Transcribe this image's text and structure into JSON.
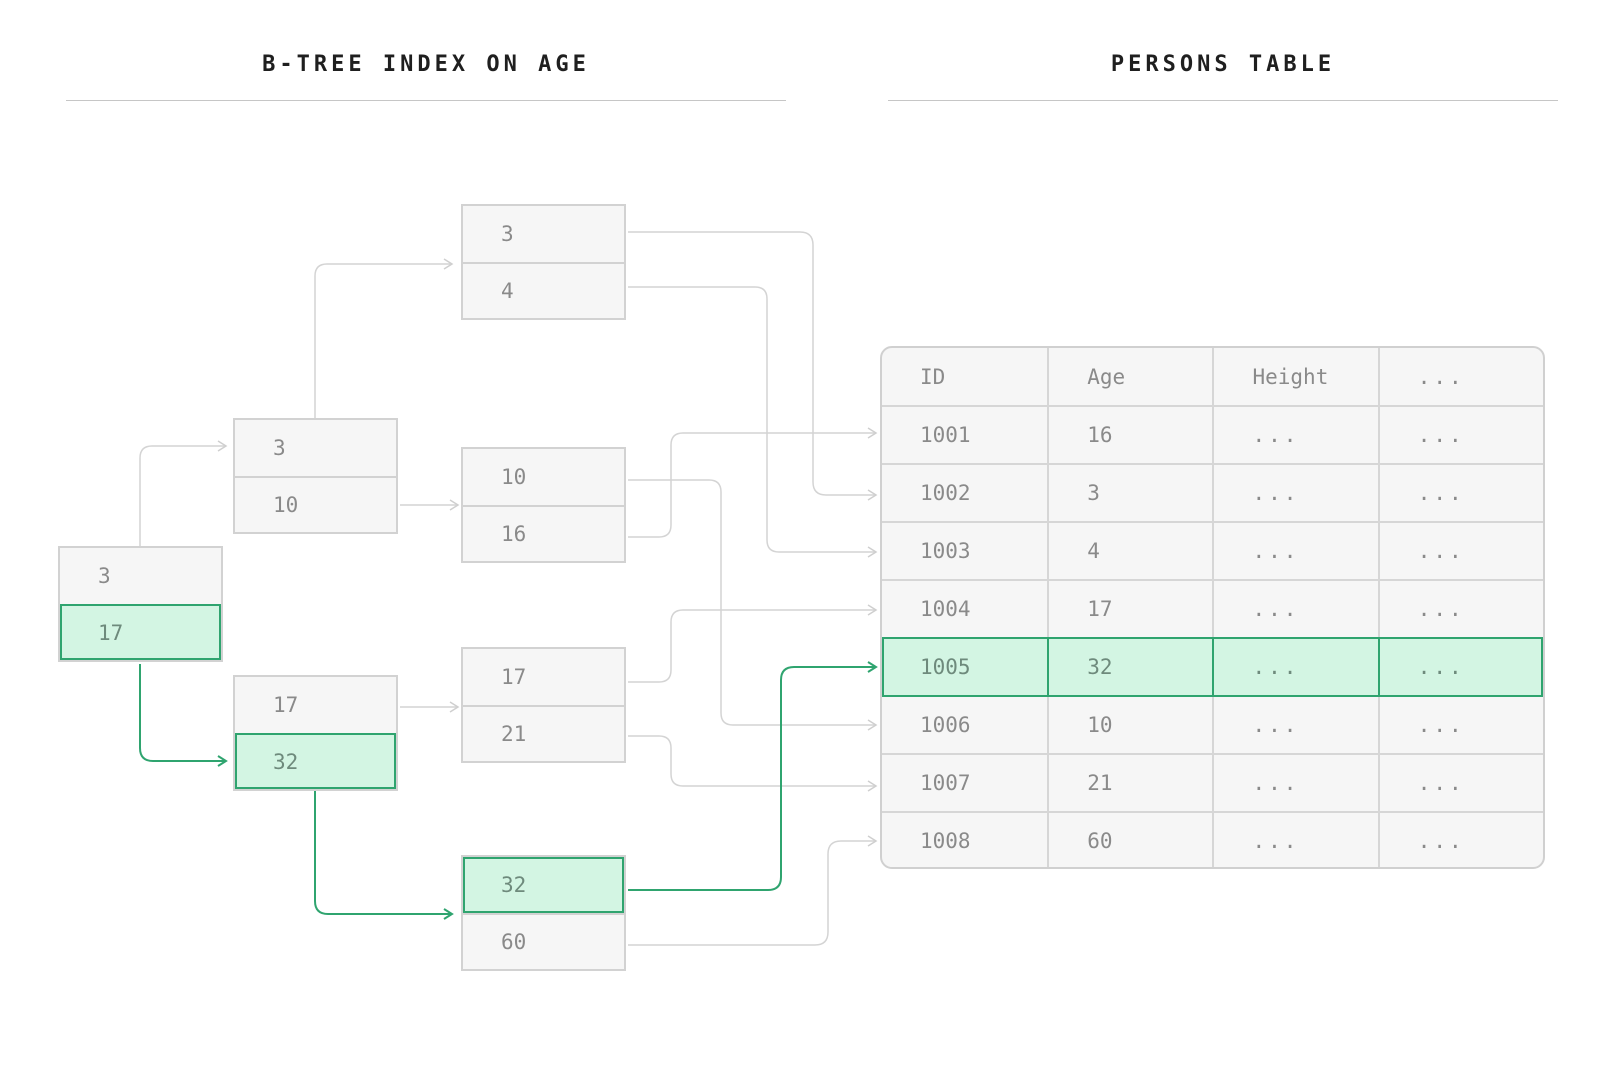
{
  "titles": {
    "index": "B-TREE INDEX ON AGE",
    "table": "PERSONS TABLE"
  },
  "colors": {
    "highlight_fill": "#d3f5e3",
    "highlight_stroke": "#2fa46f",
    "node_fill": "#f6f6f6",
    "node_stroke": "#d2d2d2",
    "link": "#d4d4d4"
  },
  "btree": {
    "root": {
      "keys": [
        "3",
        "17"
      ],
      "highlighted_key": 1
    },
    "level2": [
      {
        "keys": [
          "3",
          "10"
        ],
        "highlighted_key": -1
      },
      {
        "keys": [
          "17",
          "32"
        ],
        "highlighted_key": 1
      }
    ],
    "leaves": [
      {
        "keys": [
          "3",
          "4"
        ],
        "highlighted_key": -1
      },
      {
        "keys": [
          "10",
          "16"
        ],
        "highlighted_key": -1
      },
      {
        "keys": [
          "17",
          "21"
        ],
        "highlighted_key": -1
      },
      {
        "keys": [
          "32",
          "60"
        ],
        "highlighted_key": 0
      }
    ]
  },
  "persons": {
    "columns": [
      "ID",
      "Age",
      "Height",
      "..."
    ],
    "rows": [
      [
        "1001",
        "16",
        "...",
        "..."
      ],
      [
        "1002",
        "3",
        "...",
        "..."
      ],
      [
        "1003",
        "4",
        "...",
        "..."
      ],
      [
        "1004",
        "17",
        "...",
        "..."
      ],
      [
        "1005",
        "32",
        "...",
        "..."
      ],
      [
        "1006",
        "10",
        "...",
        "..."
      ],
      [
        "1007",
        "21",
        "...",
        "..."
      ],
      [
        "1008",
        "60",
        "...",
        "..."
      ]
    ],
    "highlighted_row": 4
  }
}
